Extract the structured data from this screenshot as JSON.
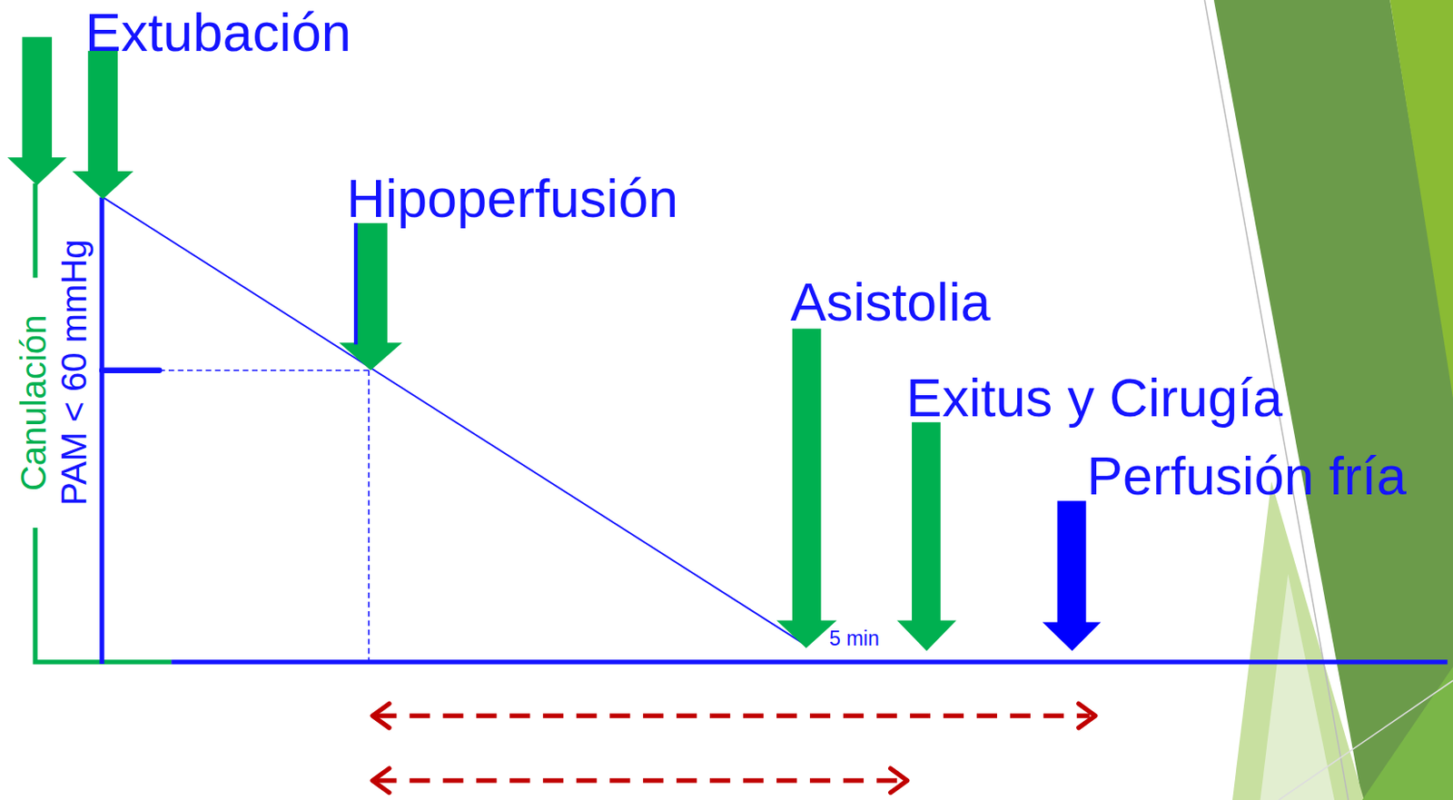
{
  "diagram": {
    "labels": [
      "Extubación",
      "Canulación",
      "PAM < 60 mmHg",
      "Hipoperfusión",
      "Asistolia",
      "5 min",
      "Exitus y Cirugía",
      "Perfusión fría"
    ]
  }
}
